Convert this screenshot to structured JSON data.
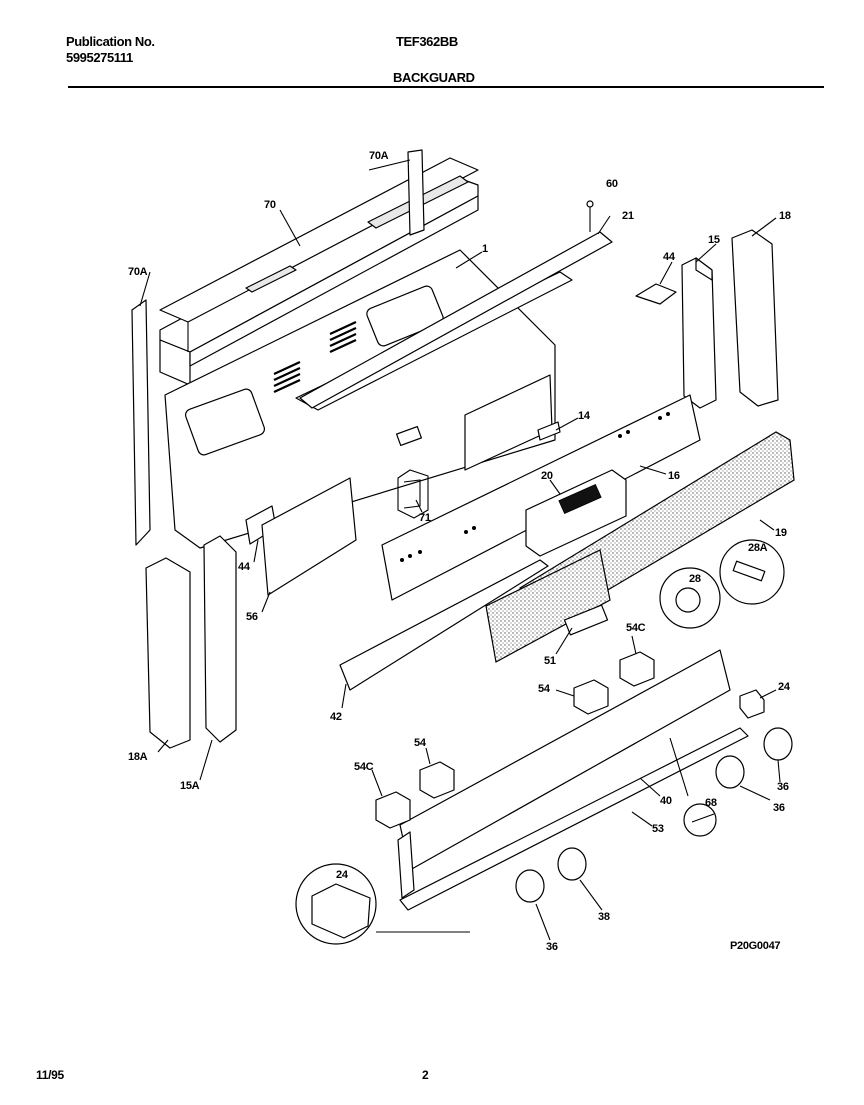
{
  "header": {
    "publication_label": "Publication No.",
    "publication_number": "5995275111",
    "model": "TEF362BB",
    "section": "BACKGUARD"
  },
  "callouts": {
    "c70a_top": "70A",
    "c60": "60",
    "c70": "70",
    "c21": "21",
    "c18": "18",
    "c1": "1",
    "c15": "15",
    "c44_top": "44",
    "c70a_left": "70A",
    "c14": "14",
    "c16": "16",
    "c20": "20",
    "c71": "71",
    "c19": "19",
    "c44_left": "44",
    "c28a": "28A",
    "c28": "28",
    "c56": "56",
    "c54c_top": "54C",
    "c51": "51",
    "c24_top": "24",
    "c54_mid": "54",
    "c42": "42",
    "c18a": "18A",
    "c15a": "15A",
    "c54_low": "54",
    "c36_a": "36",
    "c54c_low": "54C",
    "c36_b": "36",
    "c40": "40",
    "c68": "68",
    "c53": "53",
    "c24_low": "24",
    "c38": "38",
    "c36_c": "36",
    "diagram_code": "P20G0047"
  },
  "footer": {
    "date": "11/95",
    "page": "2"
  }
}
